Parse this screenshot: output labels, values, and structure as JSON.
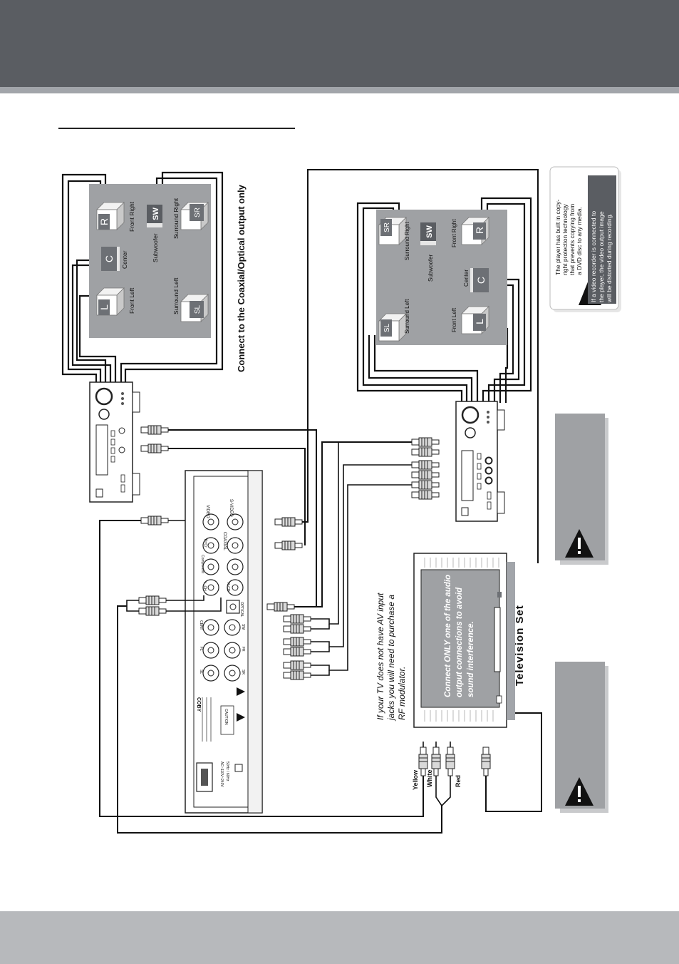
{
  "top_system": {
    "speakers": {
      "front_left": {
        "badge": "L",
        "label": "Front Left"
      },
      "center": {
        "badge": "C",
        "label": "Center"
      },
      "front_right": {
        "badge": "R",
        "label": "Front Right"
      },
      "subwoofer": {
        "badge": "SW",
        "label": "Subwoofer"
      },
      "surround_right": {
        "badge": "SR",
        "label": "Surround Right"
      },
      "surround_left": {
        "badge": "SL",
        "label": "Surround Left"
      }
    },
    "caption": "Connect to the Coaxial/Optical output only"
  },
  "bottom_system": {
    "speakers": {
      "surround_left": {
        "badge": "SL",
        "label": "Surround Left"
      },
      "surround_right": {
        "badge": "SR",
        "label": "Surround Right"
      },
      "subwoofer": {
        "badge": "SW",
        "label": "Subwoofer"
      },
      "front_right": {
        "badge": "R",
        "label": "Front Right"
      },
      "center": {
        "badge": "C",
        "label": "Center"
      },
      "front_left": {
        "badge": "L",
        "label": "Front Left"
      }
    }
  },
  "player_panel": {
    "brand": "COBY",
    "jacks": {
      "video": "VIDEO",
      "svideo": "S-VIDEO",
      "coaxial": "COAXIAL",
      "optical": "OPTICAL",
      "lch": "L-CH",
      "rch": "R-CH",
      "fl": "FL",
      "fr": "FR",
      "sl": "SL",
      "sr": "SR",
      "cent": "CENT",
      "sw": "SW",
      "component": "Component",
      "pr": "Pr/Cr"
    },
    "power": "AC~110V~240V",
    "freq": "50Hz / 60Hz",
    "caution": "CAUTION"
  },
  "tv": {
    "label": "Television Set",
    "screen_note": [
      "Connect ONLY one of the audio",
      "output connections to avoid",
      "sound interference."
    ]
  },
  "rf_note": [
    "If your TV does not have AV input",
    "jacks you will need to purchase a",
    "RF modulator."
  ],
  "plugs": {
    "yellow": "Yellow",
    "white": "White",
    "red": "Red"
  },
  "warning_box": {
    "lines1": [
      "The player has built in copy-",
      "right protection technology",
      "that prevents copying from",
      "a DVD disc to any media."
    ],
    "lines2": [
      "If a video recorder is connected to",
      "the player, the video output image",
      "will be distorted during recording."
    ]
  },
  "colors": {
    "header": "#5a5d62",
    "stripe": "#a2a5aa",
    "footer": "#b7b9bc",
    "panel": "#9fa1a4"
  }
}
